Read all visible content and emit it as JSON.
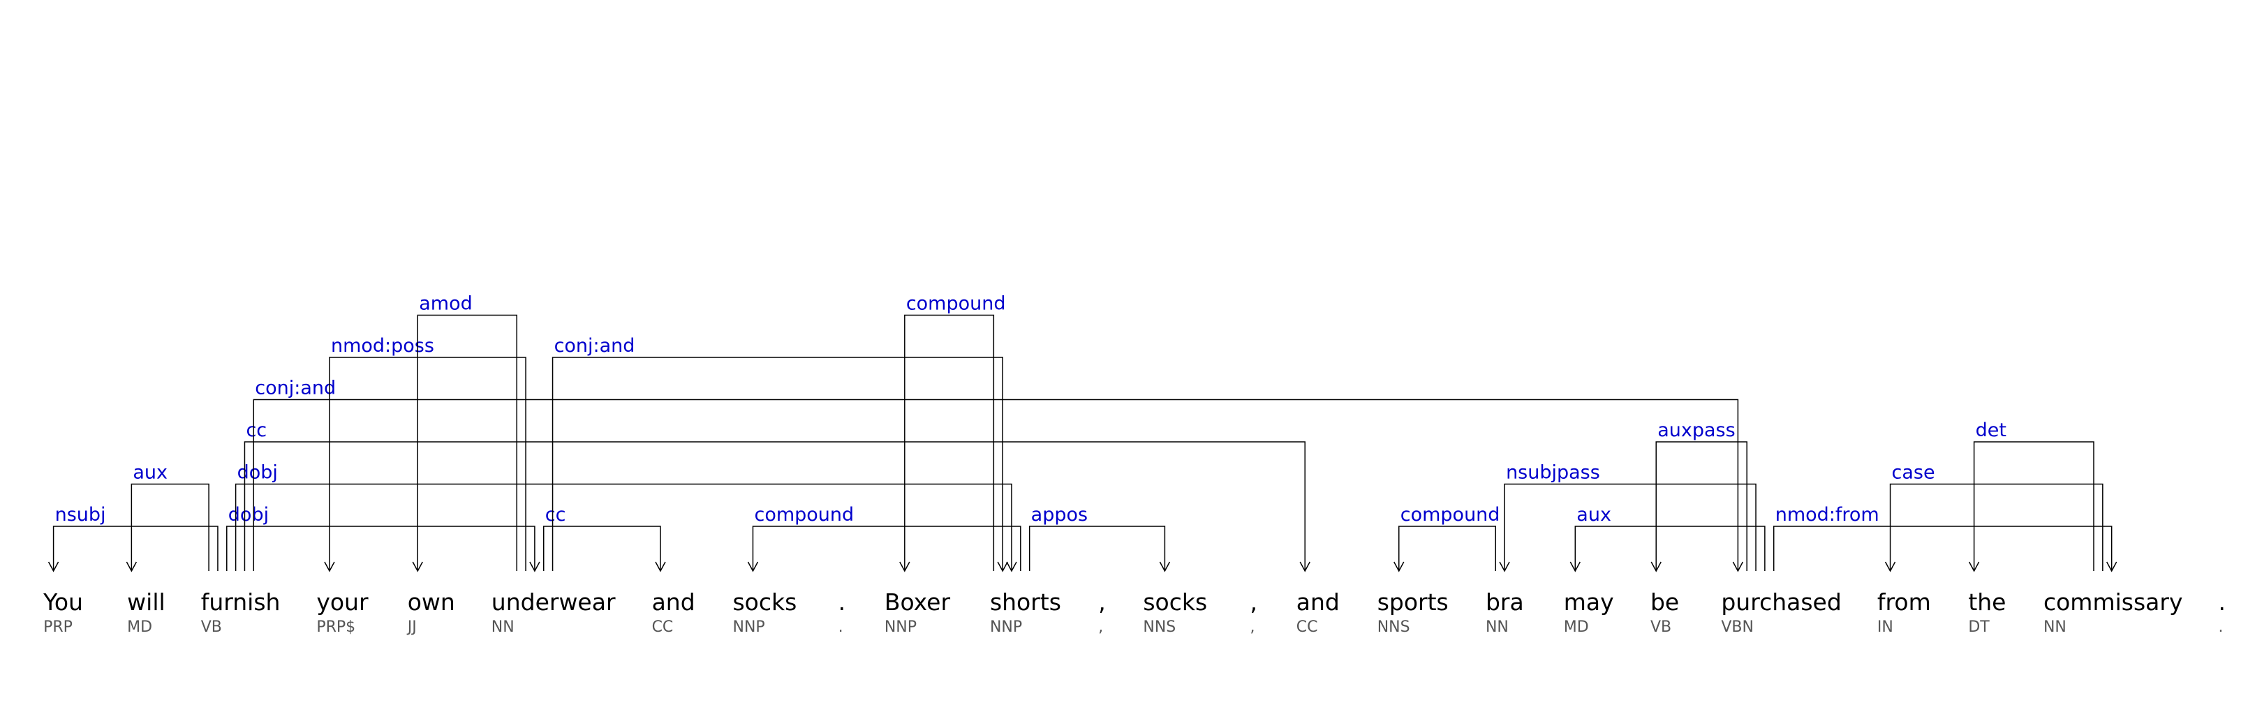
{
  "colors": {
    "label": "#0000cc",
    "word": "#000000",
    "tag": "#555555",
    "line": "#000000"
  },
  "tokens": [
    {
      "word": "You",
      "tag": "PRP"
    },
    {
      "word": "will",
      "tag": "MD"
    },
    {
      "word": "furnish",
      "tag": "VB"
    },
    {
      "word": "your",
      "tag": "PRP$"
    },
    {
      "word": "own",
      "tag": "JJ"
    },
    {
      "word": "underwear",
      "tag": "NN"
    },
    {
      "word": "and",
      "tag": "CC"
    },
    {
      "word": "socks",
      "tag": "NNP"
    },
    {
      "word": ".",
      "tag": "."
    },
    {
      "word": "Boxer",
      "tag": "NNP"
    },
    {
      "word": "shorts",
      "tag": "NNP"
    },
    {
      "word": ",",
      "tag": ","
    },
    {
      "word": "socks",
      "tag": "NNS"
    },
    {
      "word": ",",
      "tag": ","
    },
    {
      "word": "and",
      "tag": "CC"
    },
    {
      "word": "sports",
      "tag": "NNS"
    },
    {
      "word": "bra",
      "tag": "NN"
    },
    {
      "word": "may",
      "tag": "MD"
    },
    {
      "word": "be",
      "tag": "VB"
    },
    {
      "word": "purchased",
      "tag": "VBN"
    },
    {
      "word": "from",
      "tag": "IN"
    },
    {
      "word": "the",
      "tag": "DT"
    },
    {
      "word": "commissary",
      "tag": "NN"
    },
    {
      "word": ".",
      "tag": "."
    }
  ],
  "arcs": [
    {
      "label": "nsubj",
      "head": 2,
      "dep": 0
    },
    {
      "label": "aux",
      "head": 2,
      "dep": 1
    },
    {
      "label": "dobj",
      "head": 2,
      "dep": 5
    },
    {
      "label": "dobj",
      "head": 2,
      "dep": 10
    },
    {
      "label": "cc",
      "head": 2,
      "dep": 14
    },
    {
      "label": "conj:and",
      "head": 2,
      "dep": 19
    },
    {
      "label": "nmod:poss",
      "head": 5,
      "dep": 3
    },
    {
      "label": "amod",
      "head": 5,
      "dep": 4
    },
    {
      "label": "cc",
      "head": 5,
      "dep": 6
    },
    {
      "label": "conj:and",
      "head": 5,
      "dep": 10
    },
    {
      "label": "compound",
      "head": 10,
      "dep": 7
    },
    {
      "label": "compound",
      "head": 10,
      "dep": 9
    },
    {
      "label": "appos",
      "head": 10,
      "dep": 12
    },
    {
      "label": "compound",
      "head": 16,
      "dep": 15
    },
    {
      "label": "nsubjpass",
      "head": 19,
      "dep": 16
    },
    {
      "label": "aux",
      "head": 19,
      "dep": 17
    },
    {
      "label": "auxpass",
      "head": 19,
      "dep": 18
    },
    {
      "label": "nmod:from",
      "head": 19,
      "dep": 22
    },
    {
      "label": "case",
      "head": 22,
      "dep": 20
    },
    {
      "label": "det",
      "head": 22,
      "dep": 21
    }
  ]
}
